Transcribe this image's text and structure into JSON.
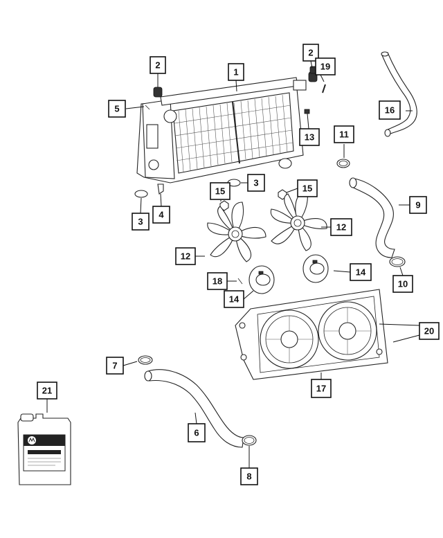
{
  "callouts": [
    {
      "id": "c1",
      "label": "1"
    },
    {
      "id": "c2a",
      "label": "2"
    },
    {
      "id": "c2b",
      "label": "2"
    },
    {
      "id": "c19",
      "label": "19"
    },
    {
      "id": "c16",
      "label": "16"
    },
    {
      "id": "c5",
      "label": "5"
    },
    {
      "id": "c13",
      "label": "13"
    },
    {
      "id": "c11",
      "label": "11"
    },
    {
      "id": "c3a",
      "label": "3"
    },
    {
      "id": "c15a",
      "label": "15"
    },
    {
      "id": "c15b",
      "label": "15"
    },
    {
      "id": "c9",
      "label": "9"
    },
    {
      "id": "c3b",
      "label": "3"
    },
    {
      "id": "c4",
      "label": "4"
    },
    {
      "id": "c12a",
      "label": "12"
    },
    {
      "id": "c12b",
      "label": "12"
    },
    {
      "id": "c14a",
      "label": "14"
    },
    {
      "id": "c18",
      "label": "18"
    },
    {
      "id": "c14b",
      "label": "14"
    },
    {
      "id": "c10",
      "label": "10"
    },
    {
      "id": "c20",
      "label": "20"
    },
    {
      "id": "c7",
      "label": "7"
    },
    {
      "id": "c17",
      "label": "17"
    },
    {
      "id": "c21",
      "label": "21"
    },
    {
      "id": "c6",
      "label": "6"
    },
    {
      "id": "c8",
      "label": "8"
    }
  ]
}
